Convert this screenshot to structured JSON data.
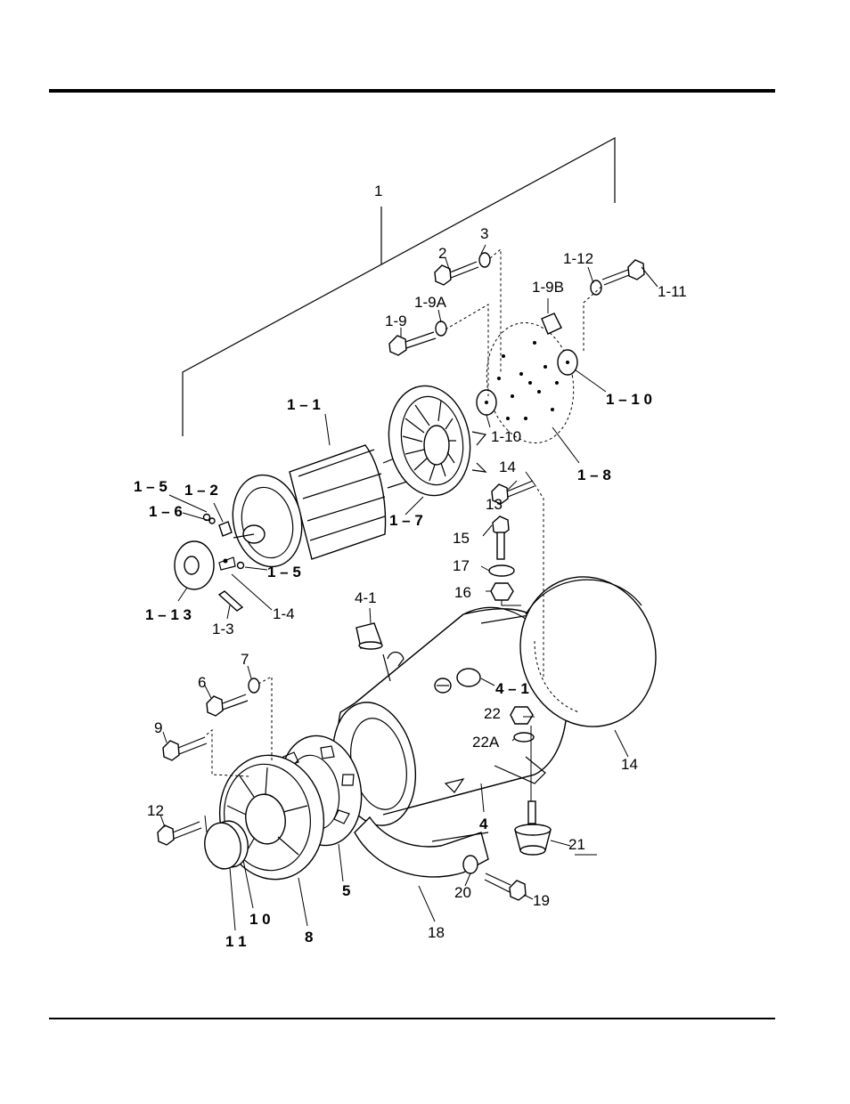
{
  "callouts": {
    "c1": "1",
    "c2": "2",
    "c3": "3",
    "c1_12": "1-12",
    "c1_11": "1-11",
    "c1_9B": "1-9B",
    "c1_9A": "1-9A",
    "c1_9": "1-9",
    "c1_10a": "1 – 1 0",
    "c1_10b": "1-10",
    "c1_1": "1 – 1",
    "c1_8": "1 – 8",
    "c14a": "14",
    "c13": "13",
    "c1_5a": "1 – 5",
    "c1_2": "1 – 2",
    "c1_6": "1 – 6",
    "c1_7": "1 – 7",
    "c15": "15",
    "c17": "17",
    "c16": "16",
    "c1_5b": "1 – 5",
    "c1_13": "1 – 1 3",
    "c1_4": "1-4",
    "c1_3": "1-3",
    "c4_1a": "4-1",
    "c7": "7",
    "c6": "6",
    "c4_1b": "4 – 1",
    "c22": "22",
    "c22A": "22A",
    "c9": "9",
    "c14b": "14",
    "c4": "4",
    "c12": "12",
    "c21": "21",
    "c20": "20",
    "c19": "19",
    "c5": "5",
    "c10": "1 0",
    "c8": "8",
    "c18": "18",
    "c11": "1 1"
  }
}
